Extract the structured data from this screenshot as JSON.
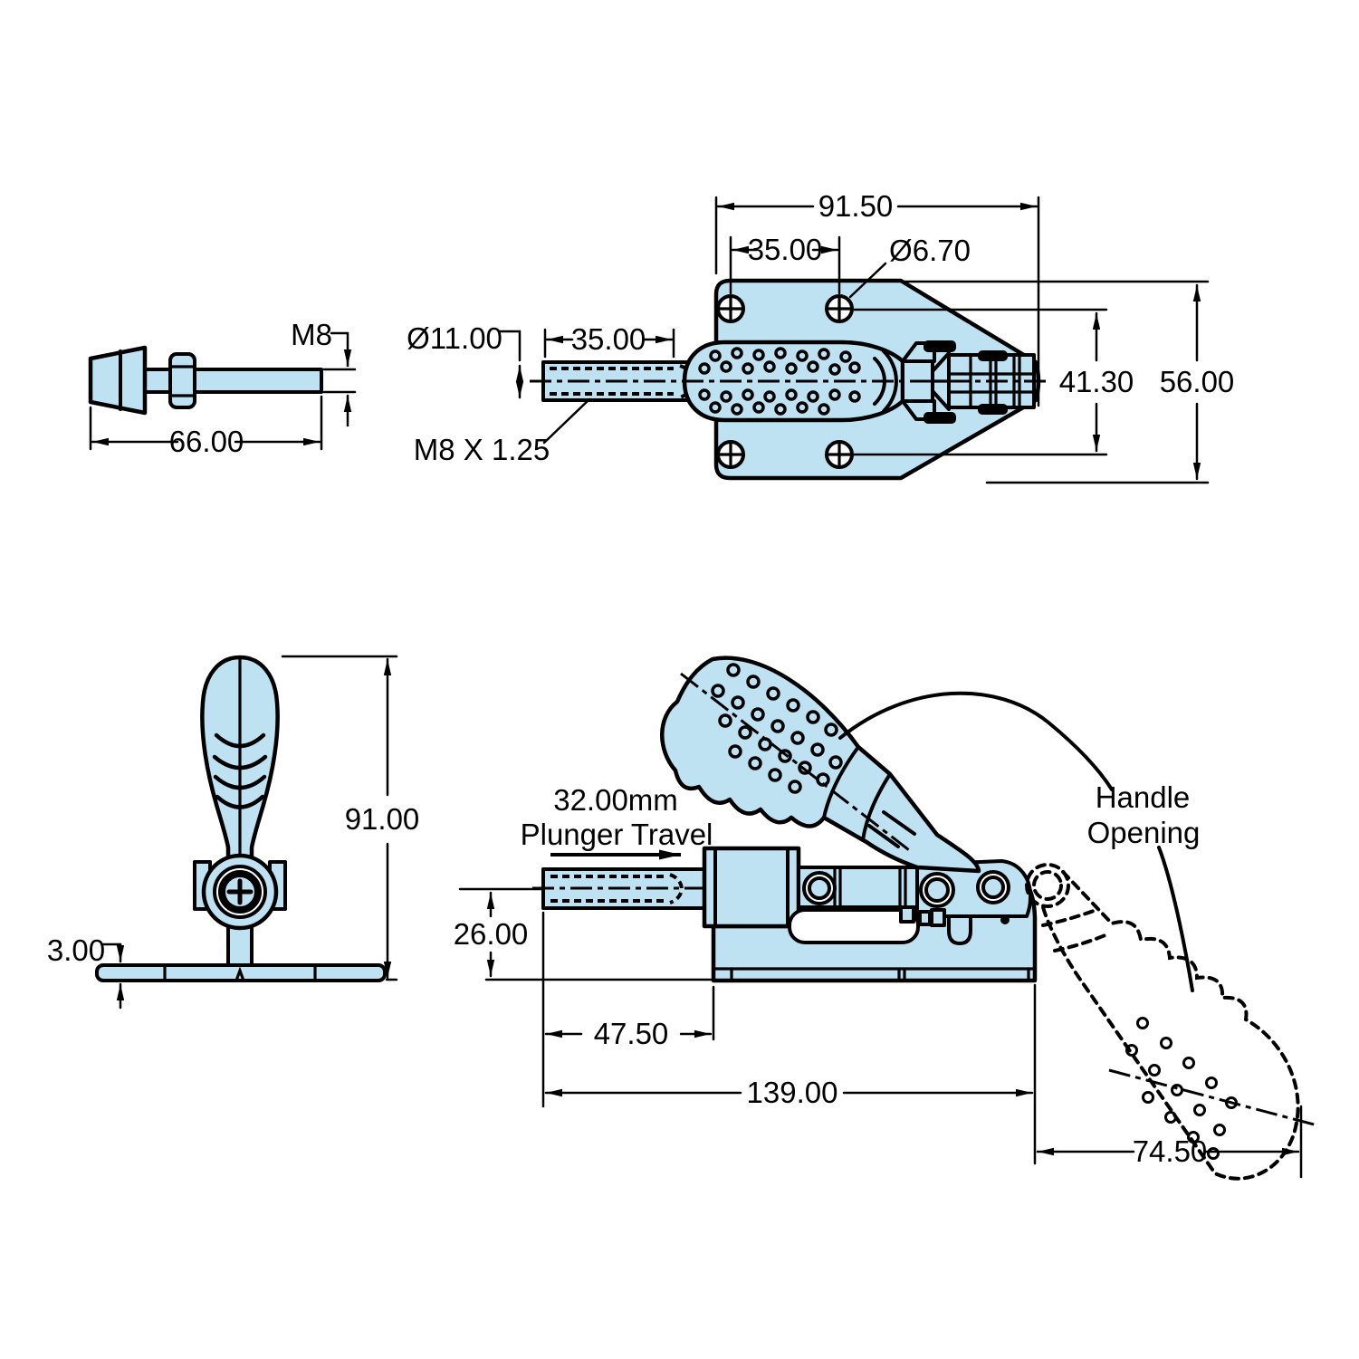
{
  "title": "Toggle clamp engineering drawing",
  "colors": {
    "background": "#ffffff",
    "part_fill": "#bfe2f3",
    "line": "#000000"
  },
  "views": {
    "spindle": {
      "name": "Spindle detail view",
      "labels": {
        "thread_size": "M8",
        "overall_length": "66.00"
      }
    },
    "top": {
      "name": "Top view",
      "labels": {
        "flange_width": "91.50",
        "hole_spacing": "35.00",
        "hole_diameter": "Ø6.70",
        "plunger_diameter": "Ø11.00",
        "plunger_thread_length": "35.00",
        "thread_spec": "M8 X 1.25",
        "hole_row_spacing": "41.30",
        "flange_height": "56.00"
      }
    },
    "front": {
      "name": "Front view",
      "labels": {
        "overall_height": "91.00",
        "base_thickness": "3.00"
      }
    },
    "side": {
      "name": "Side view",
      "labels": {
        "plunger_travel_value": "32.00mm",
        "plunger_travel_caption": "Plunger Travel",
        "axis_height": "26.00",
        "plunger_extension": "47.50",
        "overall_length": "139.00",
        "handle_reach": "74.50",
        "handle_opening_word1": "Handle",
        "handle_opening_word2": "Opening"
      }
    }
  }
}
